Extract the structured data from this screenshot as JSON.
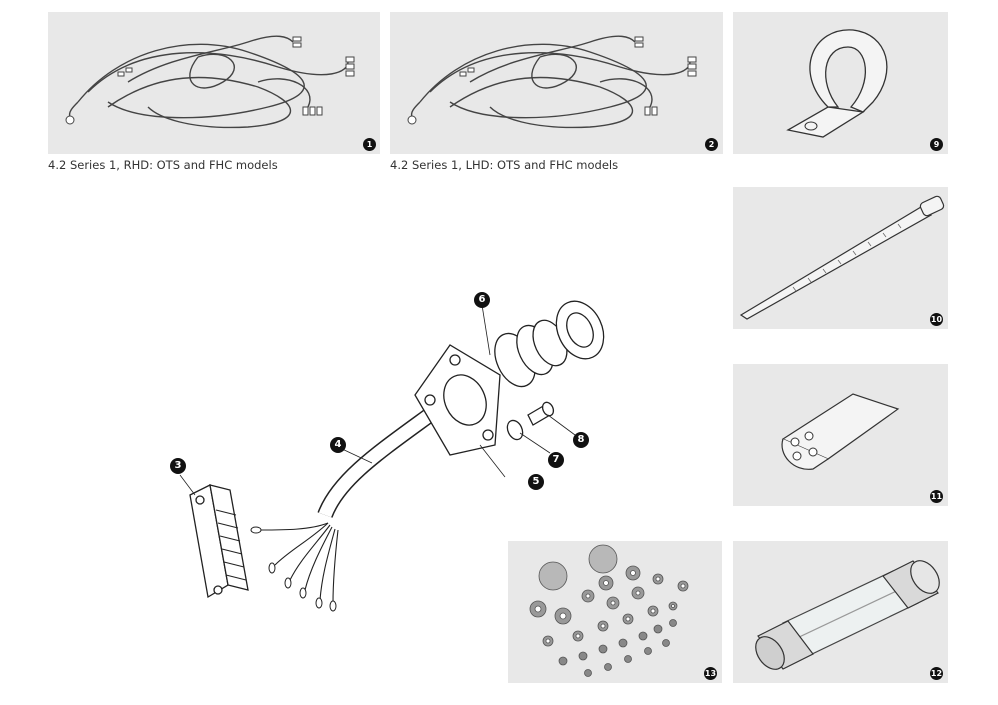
{
  "panels": {
    "p1": {
      "number": "1",
      "caption": "4.2 Series 1, RHD: OTS and FHC models"
    },
    "p2": {
      "number": "2",
      "caption": "4.2 Series 1, LHD: OTS and FHC models"
    },
    "p9": {
      "number": "9"
    },
    "p10": {
      "number": "10"
    },
    "p11": {
      "number": "11"
    },
    "p12": {
      "number": "12"
    },
    "p13": {
      "number": "13"
    }
  },
  "callouts": {
    "c3": "3",
    "c4": "4",
    "c5": "5",
    "c6": "6",
    "c7": "7",
    "c8": "8"
  },
  "colors": {
    "panel_bg": "#e8e8e8",
    "badge": "#111111"
  }
}
